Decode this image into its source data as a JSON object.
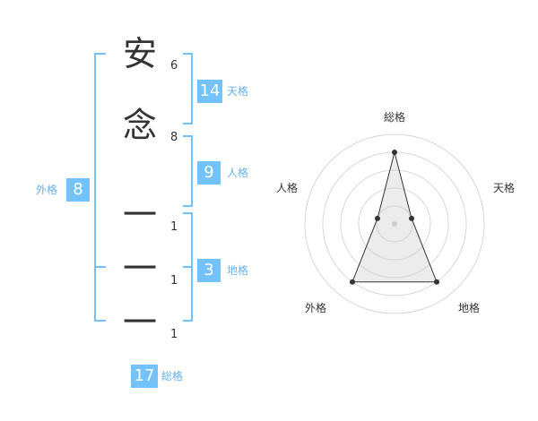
{
  "name": {
    "chars": [
      {
        "char": "安",
        "strokes": "6"
      },
      {
        "char": "念",
        "strokes": "8"
      },
      {
        "char": "一",
        "strokes": "1"
      },
      {
        "char": "一",
        "strokes": "1"
      },
      {
        "char": "一",
        "strokes": "1"
      }
    ]
  },
  "fortunes": {
    "tenkaku": {
      "value": "14",
      "label": "天格"
    },
    "jinkaku": {
      "value": "9",
      "label": "人格"
    },
    "chikaku": {
      "value": "3",
      "label": "地格"
    },
    "gaikaku": {
      "value": "8",
      "label": "外格"
    },
    "soukaku": {
      "value": "17",
      "label": "総格"
    }
  },
  "radar": {
    "axes": [
      "総格",
      "天格",
      "地格",
      "外格",
      "人格"
    ],
    "levels": 5,
    "values": [
      4,
      1,
      4,
      4,
      1
    ]
  },
  "colors": {
    "accent": "#73c2fb",
    "accent_text": "#66b3f0",
    "line": "#333333"
  }
}
